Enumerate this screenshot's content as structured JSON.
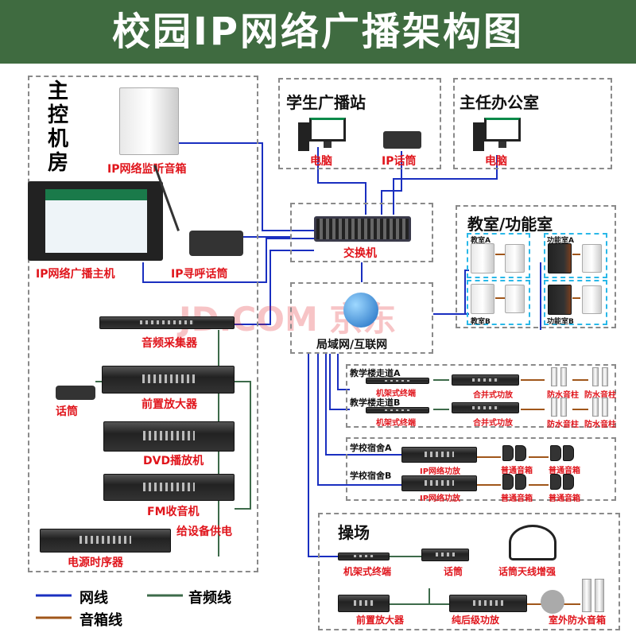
{
  "title": "校园IP网络广播架构图",
  "watermark": "JD.COM 京东",
  "main_room": {
    "title": "主控机房",
    "monitor_speaker": "IP网络监听音箱",
    "host": "IP网络广播主机",
    "paging_mic": "IP寻呼话筒",
    "audio_collector": "音频采集器",
    "mic": "话筒",
    "preamp": "前置放大器",
    "dvd": "DVD播放机",
    "fm": "FM收音机",
    "power_note": "给设备供电",
    "sequencer": "电源时序器"
  },
  "student_station": {
    "title": "学生广播站",
    "pc": "电脑",
    "ip_mic": "IP话筒"
  },
  "director_office": {
    "title": "主任办公室",
    "pc": "电脑"
  },
  "switch": {
    "label": "交换机"
  },
  "lan": {
    "label": "局域网/互联网"
  },
  "classrooms": {
    "title": "教室/功能室",
    "rooms": [
      "教室A",
      "教室B",
      "功能室A",
      "功能室B"
    ]
  },
  "corridors": [
    {
      "title": "教学楼走道A",
      "terminal": "机架式终端",
      "amp": "合并式功放",
      "spk1": "防水音柱",
      "spk2": "防水音柱"
    },
    {
      "title": "教学楼走道B",
      "terminal": "机架式终端",
      "amp": "合并式功放",
      "spk1": "防水音柱",
      "spk2": "防水音柱"
    }
  ],
  "dorms": [
    {
      "title": "学校宿舍A",
      "amp": "IP网络功放",
      "spk1": "普通音箱",
      "spk2": "普通音箱"
    },
    {
      "title": "学校宿舍B",
      "amp": "IP网络功放",
      "spk1": "普通音箱",
      "spk2": "普通音箱"
    }
  ],
  "playground": {
    "title": "操场",
    "terminal": "机架式终端",
    "mic": "话筒",
    "antenna": "话筒天线增强",
    "preamp": "前置放大器",
    "power_amp": "纯后级功放",
    "outdoor_spk": "室外防水音箱"
  },
  "legend": [
    {
      "label": "网线",
      "color": "#1a2fc0"
    },
    {
      "label": "音频线",
      "color": "#3d6b4a"
    },
    {
      "label": "音箱线",
      "color": "#a0561a"
    }
  ]
}
